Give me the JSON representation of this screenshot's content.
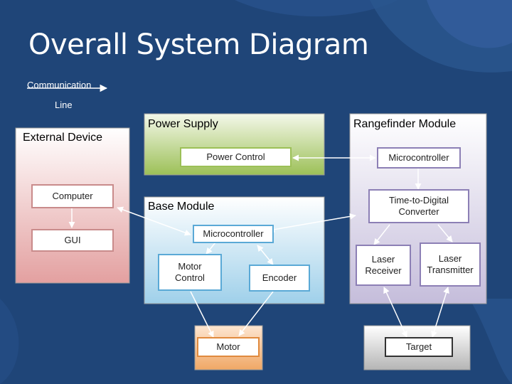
{
  "title": "Overall System Diagram",
  "legend": {
    "line1": "Communication",
    "line2": "Line"
  },
  "groups": {
    "external": "External Device",
    "power": "Power Supply",
    "rangefinder": "Rangefinder Module",
    "base": "Base Module"
  },
  "components": {
    "computer": "Computer",
    "gui": "GUI",
    "power_control": "Power Control",
    "rf_micro": "Microcontroller",
    "tdc_line1": "Time-to-Digital",
    "tdc_line2": "Converter",
    "base_micro": "Microcontroller",
    "motor_control_line1": "Motor",
    "motor_control_line2": "Control",
    "encoder": "Encoder",
    "laser_rx_line1": "Laser",
    "laser_rx_line2": "Receiver",
    "laser_tx_line1": "Laser",
    "laser_tx_line2": "Transmitter",
    "motor": "Motor",
    "target": "Target"
  },
  "colors": {
    "background": "#1f4578",
    "external_fill": "#e8a6a6",
    "power_fill": "#a9c86a",
    "rangefinder_fill": "#c9c2dd",
    "base_fill": "#a6d3ec",
    "motor_fill": "#f2b27a",
    "target_fill": "#bdbdbd"
  }
}
